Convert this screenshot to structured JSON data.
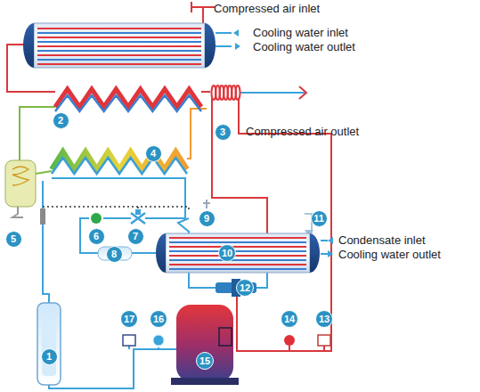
{
  "diagram": {
    "nodes": [
      {
        "text": [
          "2"
        ]
      },
      {
        "text": [
          "3"
        ]
      },
      {
        "text": [
          "4"
        ]
      },
      {
        "text": [
          "9"
        ]
      },
      {
        "text": [
          "11"
        ]
      },
      {
        "text": [
          "5"
        ]
      },
      {
        "text": [
          "6"
        ]
      },
      {
        "text": [
          "7"
        ]
      },
      {
        "text": [
          "10"
        ]
      },
      {
        "text": [
          "8"
        ]
      },
      {
        "text": [
          "12"
        ]
      },
      {
        "text": [
          "17"
        ]
      },
      {
        "text": [
          "16"
        ]
      },
      {
        "text": [
          "14"
        ]
      },
      {
        "text": [
          "13"
        ]
      },
      {
        "text": [
          "1"
        ]
      },
      {
        "text": [
          "15"
        ]
      }
    ],
    "labels": [
      "Compressed air inlet",
      "Cooling water inlet",
      "Cooling water outlet",
      "Compressed air outlet",
      "Condensate inlet",
      "Cooling water outlet"
    ]
  }
}
